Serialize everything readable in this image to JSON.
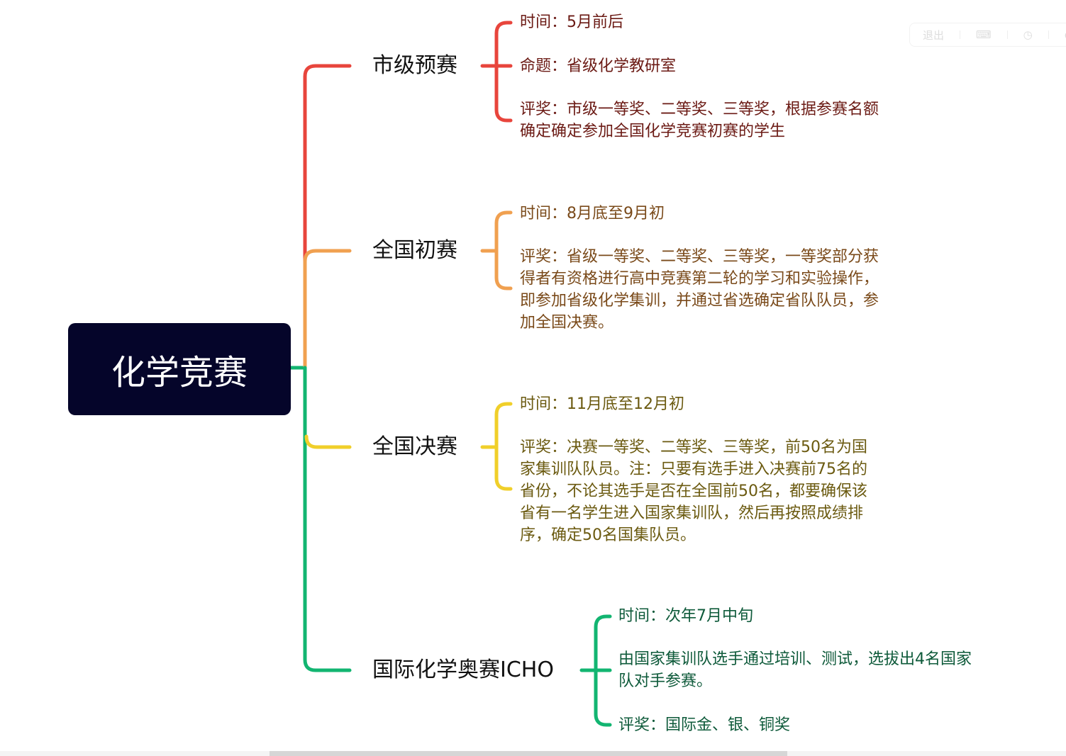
{
  "toolbar": {
    "exit_label": "退出"
  },
  "root": {
    "title": "化学竞赛"
  },
  "colors": {
    "root_bg": "#05052a",
    "red": "#e8453c",
    "orange": "#f0a050",
    "yellow": "#f0cf2a",
    "green": "#12b571"
  },
  "branches": [
    {
      "label": "市级预赛",
      "items": [
        "时间：5月前后",
        "命题：省级化学教研室",
        "评奖：市级一等奖、二等奖、三等奖，根据参赛名额确定确定参加全国化学竞赛初赛的学生"
      ]
    },
    {
      "label": "全国初赛",
      "items": [
        "时间：8月底至9月初",
        "评奖：省级一等奖、二等奖、三等奖，一等奖部分获得者有资格进行高中竞赛第二轮的学习和实验操作，即参加省级化学集训，并通过省选确定省队队员，参加全国决赛。"
      ]
    },
    {
      "label": "全国决赛",
      "items": [
        "时间：11月底至12月初",
        "评奖：决赛一等奖、二等奖、三等奖，前50名为国家集训队队员。注：只要有选手进入决赛前75名的省份，不论其选手是否在全国前50名，都要确保该省有一名学生进入国家集训队，然后再按照成绩排序，确定50名国集队员。"
      ]
    },
    {
      "label": "国际化学奥赛ICHO",
      "items": [
        "时间：次年7月中旬",
        "由国家集训队选手通过培训、测试，选拔出4名国家队对手参赛。",
        "评奖：国际金、银、铜奖"
      ]
    }
  ]
}
